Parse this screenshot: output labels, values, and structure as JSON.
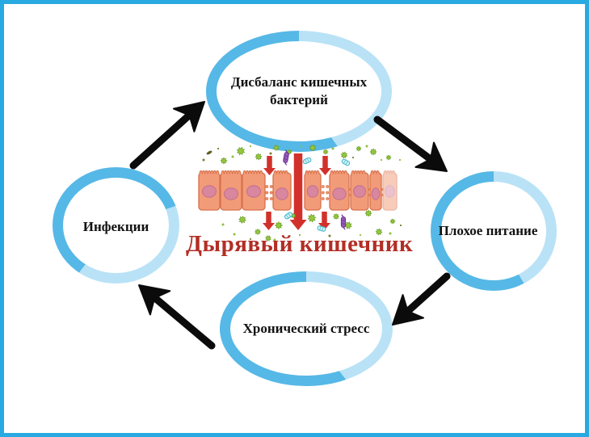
{
  "diagram": {
    "title": "Дырявый кишечник",
    "nodes": [
      {
        "id": "imbalance",
        "label": "Дисбаланс кишечных бактерий"
      },
      {
        "id": "nutrition",
        "label": "Плохое питание"
      },
      {
        "id": "stress",
        "label": "Хронический стресс"
      },
      {
        "id": "infections",
        "label": "Инфекции"
      }
    ],
    "colors": {
      "frame_border": "#29A9E1",
      "ring_dark": "#56B8E6",
      "ring_light": "#B9E2F6",
      "cycle_arrow": "#0B0B0B",
      "leak_arrow": "#D2312B",
      "title_red": "#B22E25",
      "label_color": "#111111",
      "cell_fill": "#F29B79",
      "cell_edge": "#D8714B",
      "nucleus_fill": "#D8879F",
      "nucleus_edge": "#C06F8C",
      "microbe_green": "#93C83D",
      "microbe_teal": "#44B8CC",
      "microbe_purple": "#9757B8"
    }
  }
}
